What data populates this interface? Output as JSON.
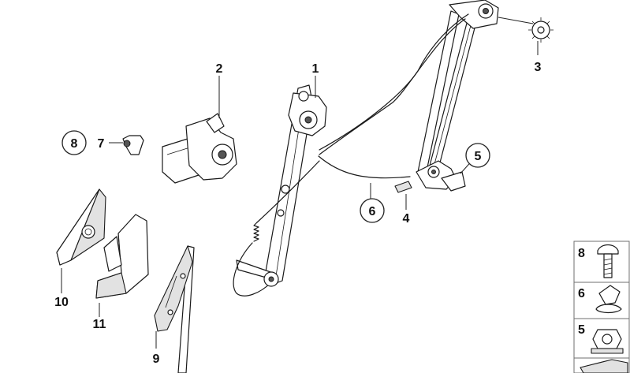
{
  "callouts": {
    "c1": "1",
    "c2": "2",
    "c3": "3",
    "c4": "4",
    "c5": "5",
    "c6": "6",
    "c7": "7",
    "c8": "8",
    "c9": "9",
    "c10": "10",
    "c11": "11"
  },
  "legend": {
    "item_8": "8",
    "item_6": "6",
    "item_5": "5"
  }
}
